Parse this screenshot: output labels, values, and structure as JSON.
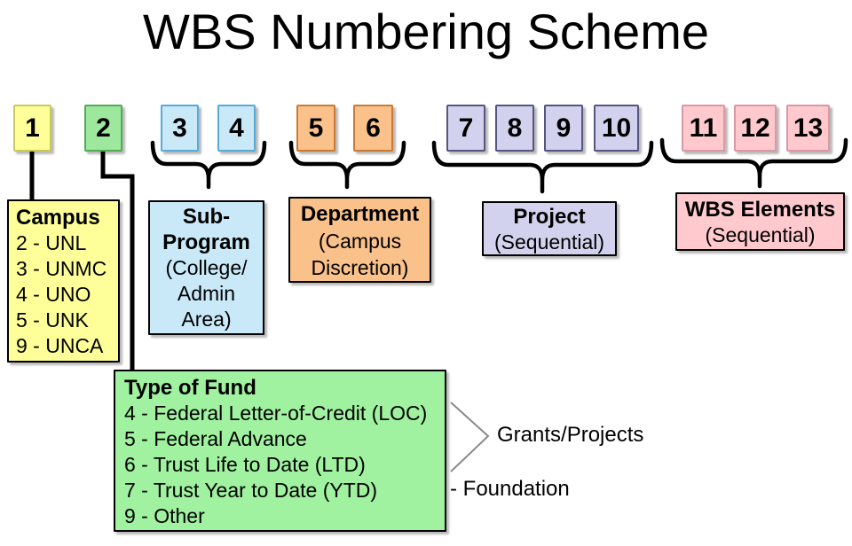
{
  "title": "WBS Numbering Scheme",
  "digits": [
    "1",
    "2",
    "3",
    "4",
    "5",
    "6",
    "7",
    "8",
    "9",
    "10",
    "11",
    "12",
    "13"
  ],
  "campus": {
    "title": "Campus",
    "items": [
      "2 - UNL",
      "3 - UNMC",
      "4 - UNO",
      "5 - UNK",
      "9 - UNCA"
    ]
  },
  "sub_program": {
    "title_lines": [
      "Sub-",
      "Program"
    ],
    "note_lines": [
      "(College/",
      "Admin",
      "Area)"
    ]
  },
  "department": {
    "title": "Department",
    "note_lines": [
      "(Campus",
      "Discretion)"
    ]
  },
  "project": {
    "title": "Project",
    "note": "(Sequential)"
  },
  "wbs_elements": {
    "title": "WBS Elements",
    "note": "(Sequential)"
  },
  "type_of_fund": {
    "title": "Type of Fund",
    "items": [
      "4 - Federal Letter-of-Credit (LOC)",
      "5 - Federal Advance",
      "6 - Trust Life to Date (LTD)",
      "7 - Trust Year to Date (YTD)",
      "9 - Other"
    ]
  },
  "annotations": {
    "grants_projects": "Grants/Projects",
    "foundation": "- Foundation"
  },
  "colors": {
    "campus_fill": "#FFFF99",
    "campus_border": "#C9C95C",
    "fund_digit_fill": "#9DE89D",
    "fund_digit_border": "#55AA55",
    "sub_program_fill": "#C9E9F9",
    "sub_program_border": "#58AAD8",
    "department_fill": "#FAC28A",
    "department_border": "#CC7A33",
    "project_fill": "#D2D2EE",
    "project_border": "#55557F",
    "wbs_elements_fill": "#FFC9CE",
    "wbs_elements_border": "#DA98A5",
    "type_of_fund_fill": "#A0F2A0",
    "type_of_fund_border": "#44AE44",
    "connector": "#000000",
    "chevron": "#8A8A8A"
  }
}
